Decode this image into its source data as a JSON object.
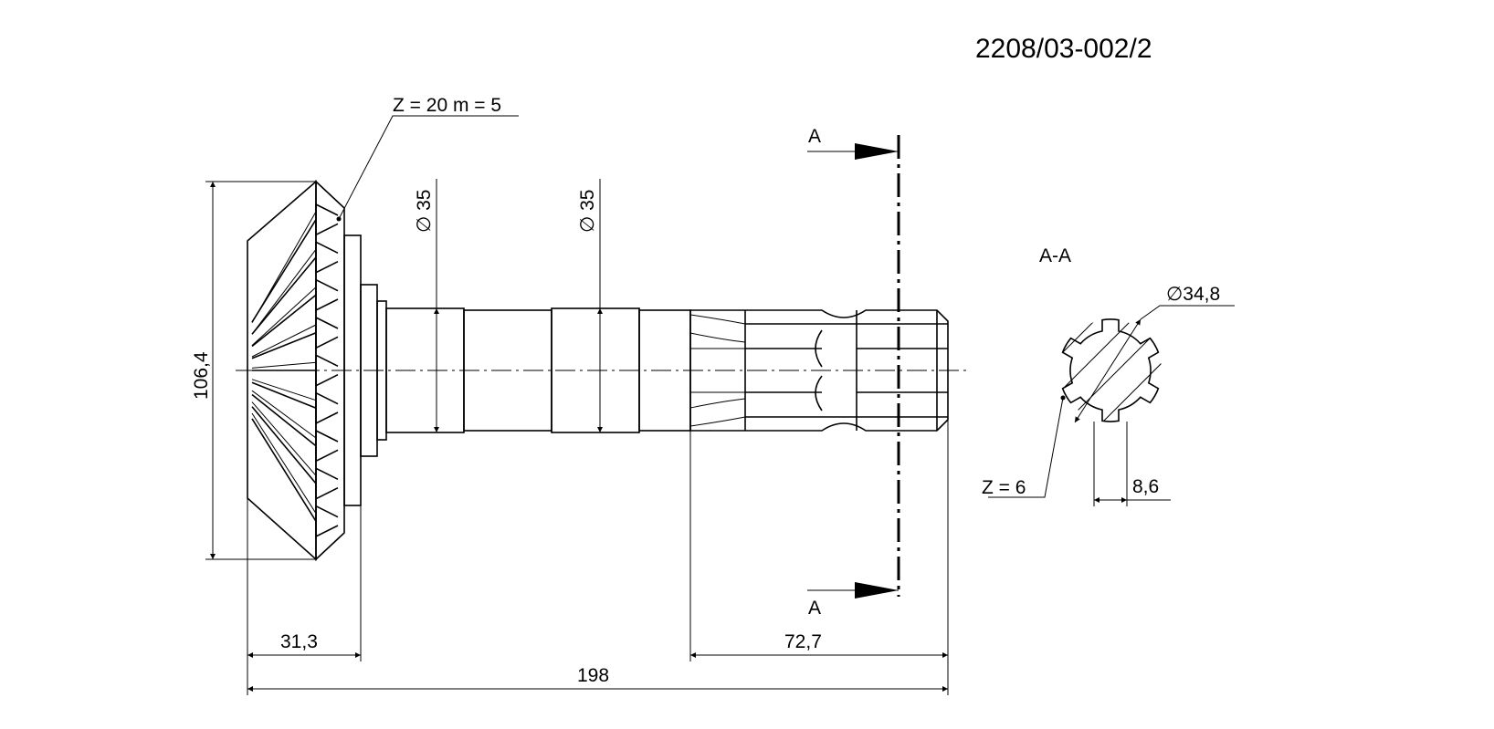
{
  "drawing": {
    "part_number": "2208/03-002/2",
    "gear_spec": "Z = 20 m = 5",
    "section_mark_top": "A",
    "section_mark_bottom": "A",
    "section_view_label": "A-A",
    "spline_count": "Z = 6",
    "dimensions": {
      "gear_diameter": "106,4",
      "shaft_dia_1": "∅ 35",
      "shaft_dia_2": "∅ 35",
      "spline_outer_dia": "∅34,8",
      "spline_width": "8,6",
      "gear_width": "31,3",
      "spline_length": "72,7",
      "overall_length": "198"
    }
  }
}
